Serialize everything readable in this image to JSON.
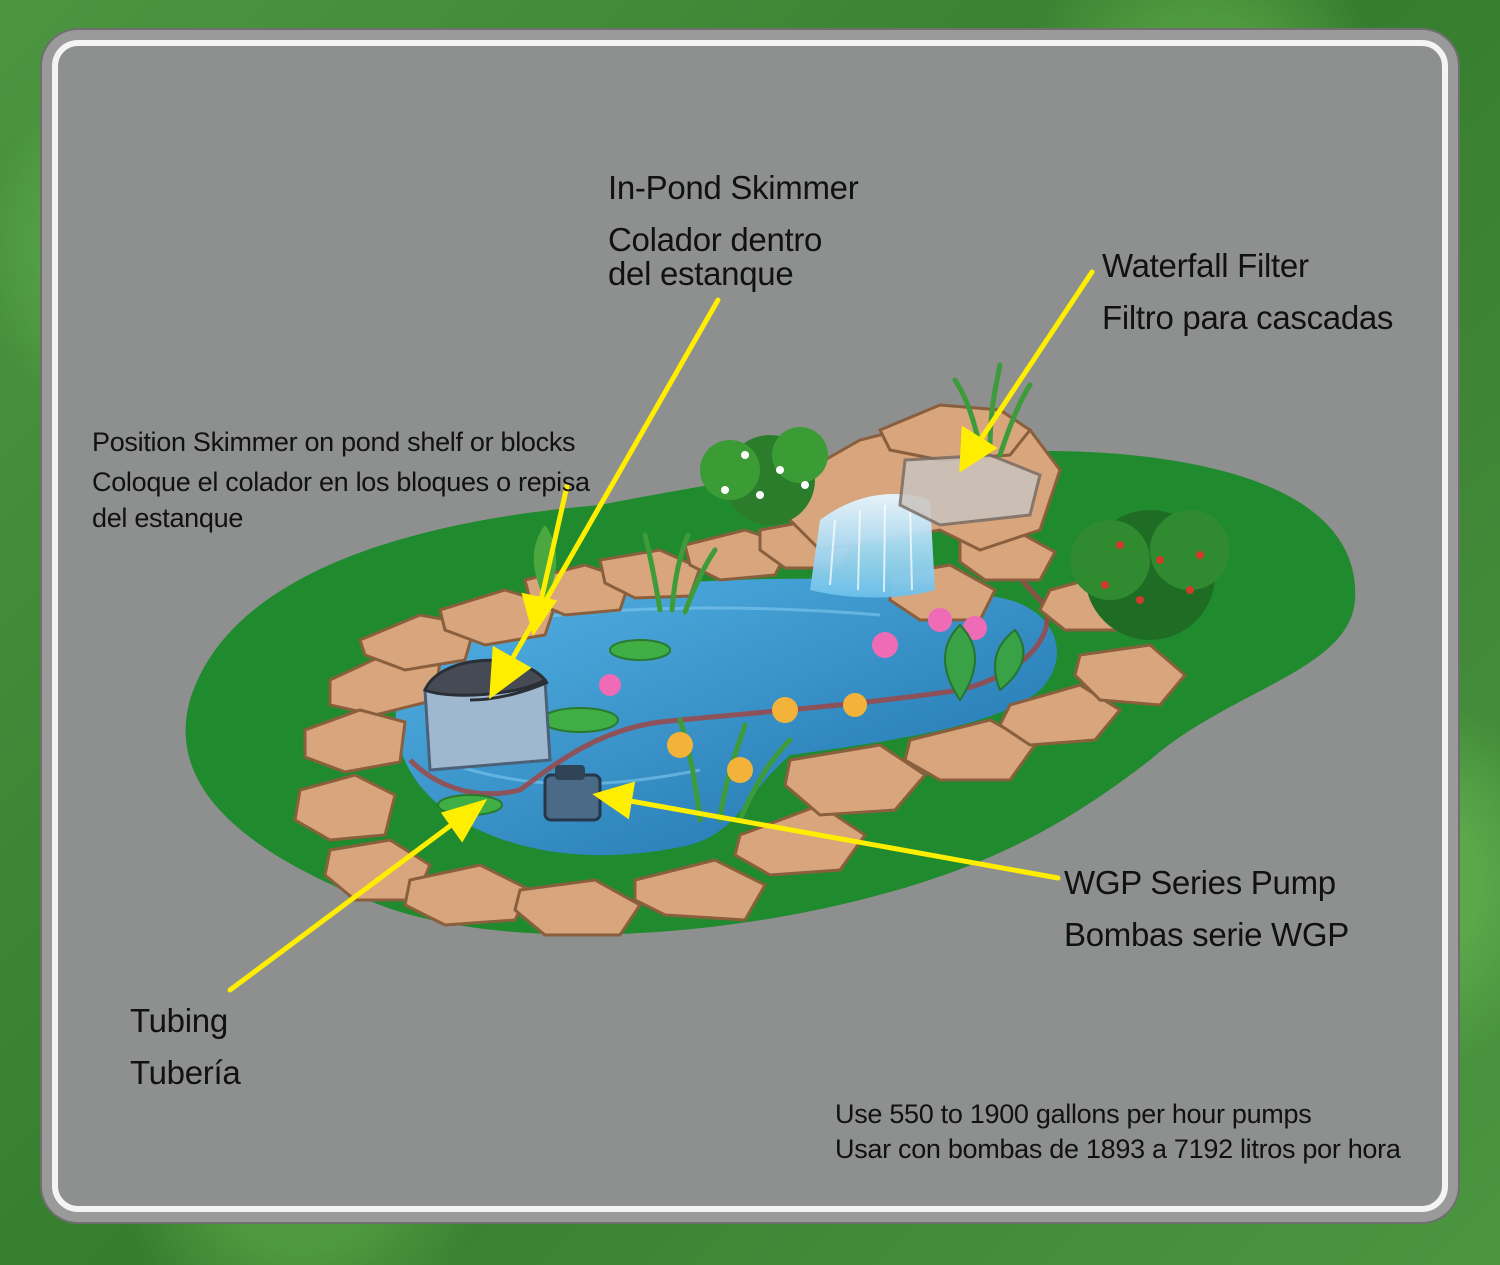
{
  "labels": {
    "skimmer_en": "In-Pond Skimmer",
    "skimmer_es_1": "Colador dentro",
    "skimmer_es_2": "del estanque",
    "waterfall_en": "Waterfall Filter",
    "waterfall_es": "Filtro para cascadas",
    "position_1": "Position Skimmer on pond shelf or blocks",
    "position_2": "Coloque el colador en los bloques o repisa",
    "position_3": "del estanque",
    "pump_en": "WGP Series Pump",
    "pump_es": "Bombas serie WGP",
    "tubing_en": "Tubing",
    "tubing_es": "Tubería",
    "note_1": "Use 550 to 1900 gallons per hour pumps",
    "note_2": "Usar con bombas de 1893 a 7192 litros por hora"
  },
  "colors": {
    "arrow": "#ffee00",
    "water": "#2f8fc8",
    "lawn": "#1f8a2e",
    "stone": "#d8a57c",
    "panel": "#8e8f8f"
  }
}
